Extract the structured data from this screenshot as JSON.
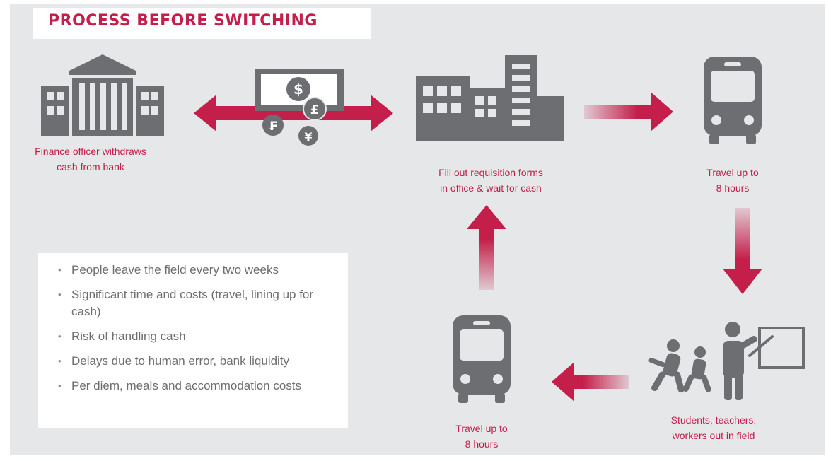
{
  "title": "PROCESS BEFORE SWITCHING",
  "steps": {
    "bank": "Finance officer withdraws cash from bank",
    "bank_lines": [
      "Finance officer withdraws",
      "cash from bank"
    ],
    "office_lines": [
      "Fill out requisition forms",
      "in office & wait for cash"
    ],
    "travel_1_lines": [
      "Travel up to",
      "8 hours"
    ],
    "field_lines": [
      "Students, teachers,",
      "workers out in field"
    ],
    "travel_2_lines": [
      "Travel up to",
      "8 hours"
    ]
  },
  "currency_symbols": [
    "$",
    "£",
    "₣",
    "¥"
  ],
  "bullets": [
    "People leave the field every two weeks",
    "Significant time and costs (travel, lining up for cash)",
    "Risk of handling cash",
    "Delays due to human error, bank liquidity",
    "Per diem, meals and accommodation costs"
  ],
  "colors": {
    "accent": "#c41e4a",
    "icon": "#6d6e71",
    "panel": "#e6e7e8",
    "text": "#6d6e71"
  },
  "icons": [
    "bank-icon",
    "money-icon",
    "office-buildings-icon",
    "bus-icon",
    "classroom-icon"
  ]
}
